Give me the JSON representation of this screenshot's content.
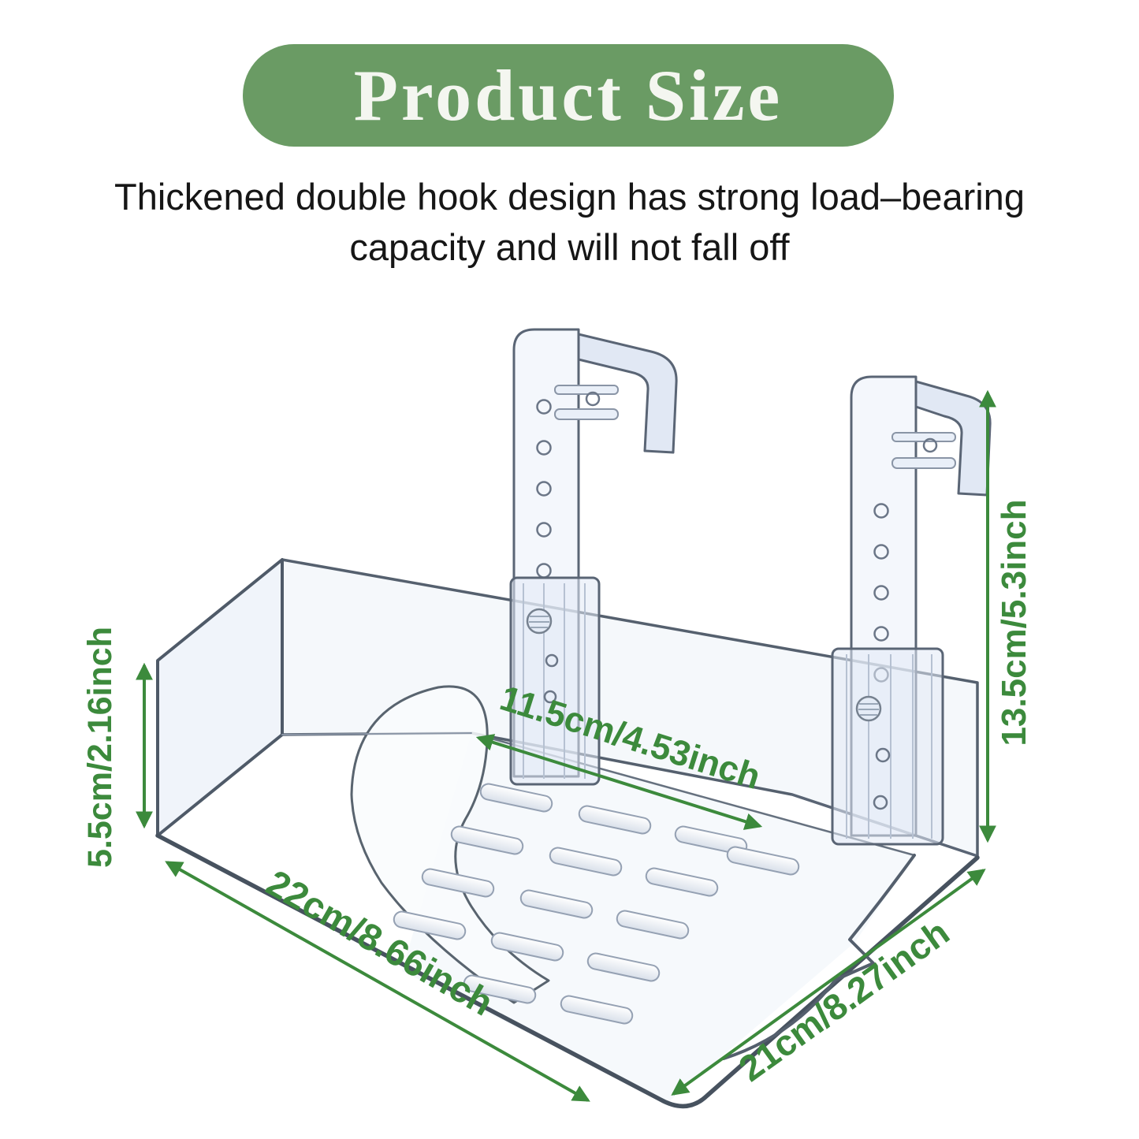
{
  "banner": {
    "label": "Product Size",
    "bg_color": "#6a9b64",
    "text_color": "#f4f6f0"
  },
  "subtitle": {
    "line1": "Thickened double hook design has strong load–bearing",
    "line2": "capacity and will not fall off",
    "text_color": "#161616"
  },
  "illustration": {
    "line_color": "#4f5a68",
    "tint_color": "#dde6f4"
  },
  "dimensions": {
    "accent_color": "#3c8a3c",
    "labels": {
      "box_height": "5.5cm/2.16inch",
      "box_width": "22cm/8.66inch",
      "ramp_width": "11.5cm/4.53inch",
      "box_depth": "21cm/8.27inch",
      "hook_height": "13.5cm/5.3inch"
    }
  }
}
